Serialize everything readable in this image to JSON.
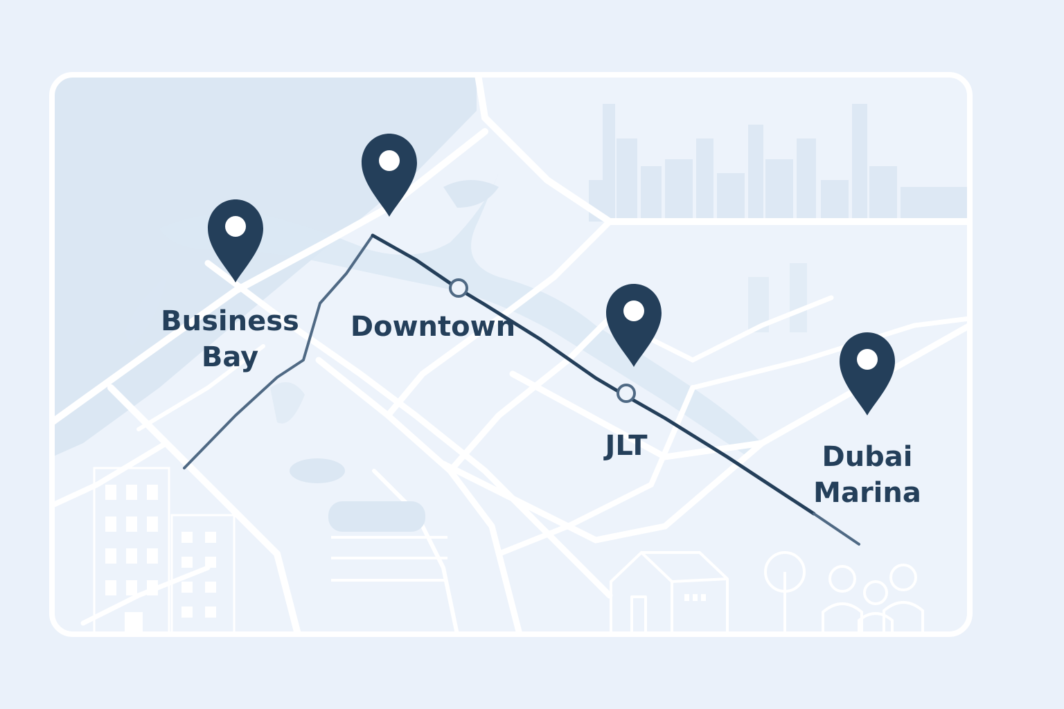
{
  "map": {
    "colors": {
      "background": "#eaf1fa",
      "card": "#edf3fb",
      "card_border": "#ffffff",
      "road": "#ffffff",
      "water": "#dbe7f3",
      "route": "#243f5a",
      "route_branch": "#4f6984",
      "pin": "#243f5a",
      "illustration": "#ffffff",
      "skyline": "#dde8f4"
    },
    "locations": [
      {
        "id": "business-bay",
        "lines": [
          "Business",
          "Bay"
        ],
        "icon": "map-pin-icon"
      },
      {
        "id": "downtown",
        "lines": [
          "Downtown"
        ],
        "icon": "map-pin-icon"
      },
      {
        "id": "jlt",
        "lines": [
          "JLT"
        ],
        "icon": "map-pin-icon"
      },
      {
        "id": "dubai-marina",
        "lines": [
          "Dubai",
          "Marina"
        ],
        "icon": "map-pin-icon"
      }
    ],
    "route": {
      "icon": "route-line",
      "stop_icon": "route-stop-icon"
    }
  }
}
